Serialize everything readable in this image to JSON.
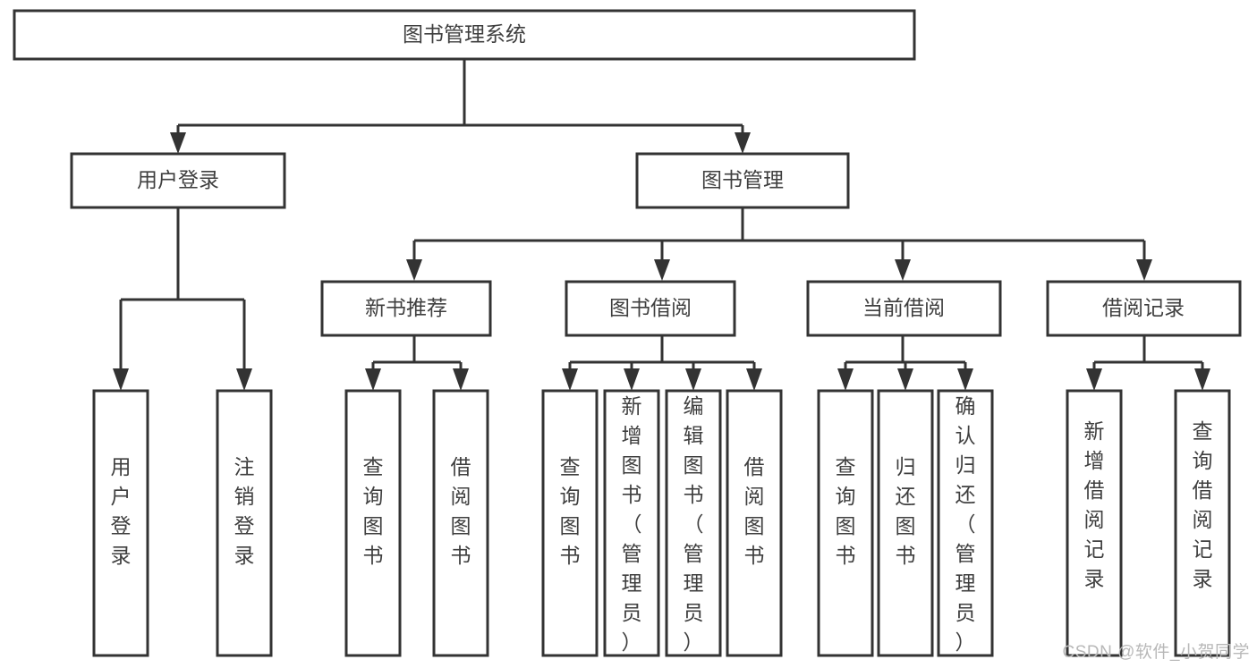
{
  "diagram": {
    "type": "tree",
    "title": "图书管理系统",
    "root": {
      "id": "root",
      "label": "图书管理系统",
      "orientation": "horizontal"
    },
    "level2": [
      {
        "id": "user-login",
        "label": "用户登录",
        "orientation": "horizontal"
      },
      {
        "id": "book-manage",
        "label": "图书管理",
        "orientation": "horizontal"
      }
    ],
    "level3": [
      {
        "id": "new-book-recommend",
        "label": "新书推荐",
        "orientation": "horizontal",
        "parent": "book-manage"
      },
      {
        "id": "book-borrow",
        "label": "图书借阅",
        "orientation": "horizontal",
        "parent": "book-manage"
      },
      {
        "id": "current-borrow",
        "label": "当前借阅",
        "orientation": "horizontal",
        "parent": "book-manage"
      },
      {
        "id": "borrow-record",
        "label": "借阅记录",
        "orientation": "horizontal",
        "parent": "book-manage"
      }
    ],
    "leaves": {
      "user-login": [
        {
          "id": "leaf-user-login",
          "label": "用户登录",
          "orientation": "vertical"
        },
        {
          "id": "leaf-user-logout",
          "label": "注销登录",
          "orientation": "vertical"
        }
      ],
      "new-book-recommend": [
        {
          "id": "leaf-query-book-1",
          "label": "查询图书",
          "orientation": "vertical"
        },
        {
          "id": "leaf-borrow-book-1",
          "label": "借阅图书",
          "orientation": "vertical"
        }
      ],
      "book-borrow": [
        {
          "id": "leaf-query-book-2",
          "label": "查询图书",
          "orientation": "vertical"
        },
        {
          "id": "leaf-add-book",
          "label": "新增图书（管理员）",
          "orientation": "vertical"
        },
        {
          "id": "leaf-edit-book",
          "label": "编辑图书（管理员）",
          "orientation": "vertical"
        },
        {
          "id": "leaf-borrow-book-2",
          "label": "借阅图书",
          "orientation": "vertical"
        }
      ],
      "current-borrow": [
        {
          "id": "leaf-query-book-3",
          "label": "查询图书",
          "orientation": "vertical"
        },
        {
          "id": "leaf-return-book",
          "label": "归还图书",
          "orientation": "vertical"
        },
        {
          "id": "leaf-confirm-return",
          "label": "确认归还（管理员）",
          "orientation": "vertical"
        }
      ],
      "borrow-record": [
        {
          "id": "leaf-add-record",
          "label": "新增借阅记录",
          "orientation": "vertical"
        },
        {
          "id": "leaf-query-record",
          "label": "查询借阅记录",
          "orientation": "vertical"
        }
      ]
    }
  },
  "watermark": {
    "text": "CSDN @软件_小贺同学"
  },
  "colors": {
    "stroke": "#333333",
    "fill": "#ffffff",
    "text": "#3f3f3f",
    "watermark": "#b8b8b8"
  }
}
